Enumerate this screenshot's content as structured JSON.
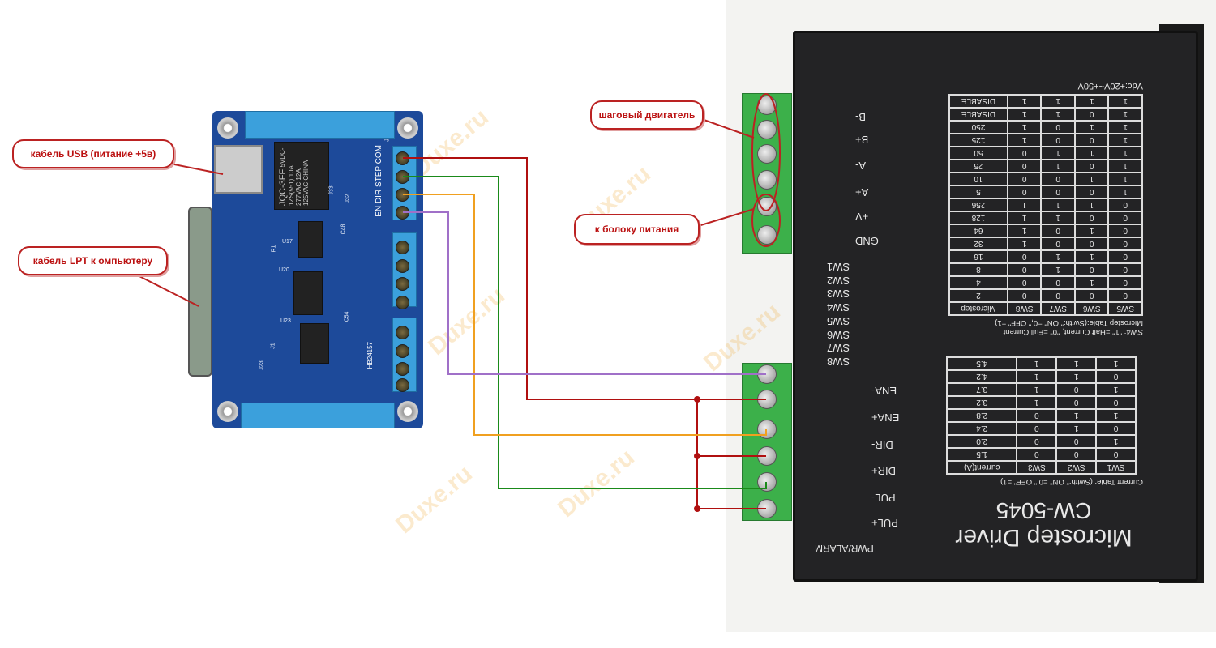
{
  "callouts": {
    "stepper": "шаговый двигатель",
    "power": "к болоку питания",
    "usb": "кабель USB (питание +5в)",
    "lpt": "кабель LPT к омпьютеру"
  },
  "watermark": "Duxe.ru",
  "board": {
    "relay_brand": "JQC-3FF",
    "relay_line1": "5VDC-1ZS(551)",
    "relay_line2": "10A 277VAC",
    "relay_line3": "12A 125VAC",
    "relay_line4": "CHINA",
    "pin_labels": "EN DIR STEP COM",
    "model": "HB24157",
    "refs": [
      "U17",
      "U20",
      "U23",
      "R1",
      "J1",
      "J23",
      "J7",
      "J32",
      "J33",
      "C48",
      "C54"
    ]
  },
  "driver": {
    "title": "Microstep Driver",
    "model": "CW-5045",
    "voltage": "Vdc:+20V~+50V",
    "pwr_alarm": "PWR/ALARM",
    "motor_pins": [
      "B-",
      "B+",
      "A-",
      "A+",
      "+V",
      "GND"
    ],
    "switches": [
      "SW1",
      "SW2",
      "SW3",
      "SW4",
      "SW5",
      "SW6",
      "SW7",
      "SW8"
    ],
    "signal_pins": [
      "ENA-",
      "ENA+",
      "DIR-",
      "DIR+",
      "PUL-",
      "PUL+"
    ],
    "microstep_caption": "Microstep Table:(Swith:\" ON\" =0,\" OFF\" =1)",
    "sw4_caption": "SW4: \"1\" =Half Current, \"0\" =Full Current",
    "microstep_table": {
      "headers": [
        "SW5",
        "SW6",
        "SW7",
        "SW8",
        "Microstep"
      ],
      "rows": [
        [
          "0",
          "0",
          "0",
          "0",
          "2"
        ],
        [
          "0",
          "1",
          "0",
          "0",
          "4"
        ],
        [
          "0",
          "0",
          "1",
          "0",
          "8"
        ],
        [
          "0",
          "1",
          "1",
          "0",
          "16"
        ],
        [
          "0",
          "0",
          "0",
          "1",
          "32"
        ],
        [
          "0",
          "1",
          "0",
          "1",
          "64"
        ],
        [
          "0",
          "0",
          "1",
          "1",
          "128"
        ],
        [
          "0",
          "1",
          "1",
          "1",
          "256"
        ],
        [
          "1",
          "0",
          "0",
          "0",
          "5"
        ],
        [
          "1",
          "1",
          "0",
          "0",
          "10"
        ],
        [
          "1",
          "0",
          "1",
          "0",
          "25"
        ],
        [
          "1",
          "1",
          "1",
          "0",
          "50"
        ],
        [
          "1",
          "0",
          "0",
          "1",
          "125"
        ],
        [
          "1",
          "1",
          "0",
          "1",
          "250"
        ],
        [
          "1",
          "0",
          "1",
          "1",
          "DISABLE"
        ],
        [
          "1",
          "1",
          "1",
          "1",
          "DISABLE"
        ]
      ]
    },
    "current_caption": "Current Table: (Swith:\" ON\" =0,\" OFF\" =1)",
    "current_table": {
      "headers": [
        "SW1",
        "SW2",
        "SW3",
        "current(A)"
      ],
      "rows": [
        [
          "0",
          "0",
          "0",
          "1.5"
        ],
        [
          "1",
          "0",
          "0",
          "2.0"
        ],
        [
          "0",
          "1",
          "0",
          "2.4"
        ],
        [
          "1",
          "1",
          "0",
          "2.8"
        ],
        [
          "0",
          "0",
          "1",
          "3.2"
        ],
        [
          "1",
          "0",
          "1",
          "3.7"
        ],
        [
          "0",
          "1",
          "1",
          "4.2"
        ],
        [
          "1",
          "1",
          "1",
          "4.5"
        ]
      ]
    }
  },
  "wire_colors": {
    "ena": "#b01010",
    "dir": "#f0a020",
    "step": "#1a8a1a",
    "en": "#a070c8"
  }
}
